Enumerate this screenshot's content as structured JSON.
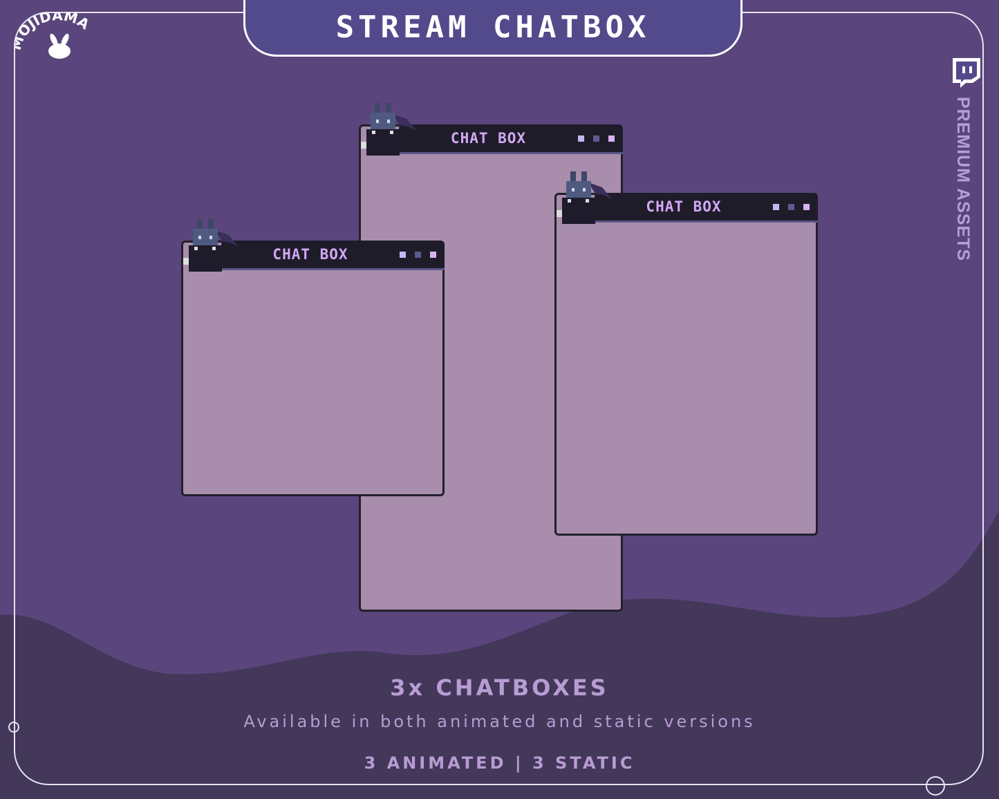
{
  "banner": {
    "title": "STREAM CHATBOX"
  },
  "logo": {
    "text": "MOJIDAMA"
  },
  "sidebar": {
    "label": "PREMIUM ASSETS",
    "icon": "twitch-icon"
  },
  "chatboxes": [
    {
      "title": "CHAT BOX"
    },
    {
      "title": "CHAT BOX"
    },
    {
      "title": "CHAT BOX"
    }
  ],
  "footer": {
    "heading": "3x CHATBOXES",
    "subtitle": "Available in both animated and static versions",
    "counts": "3 ANIMATED | 3 STATIC"
  },
  "colors": {
    "background": "#5a467c",
    "hills": "#43375a",
    "chat_body": "#a88dac",
    "chat_header": "#1f1c2a",
    "accent": "#d2a8f4"
  }
}
